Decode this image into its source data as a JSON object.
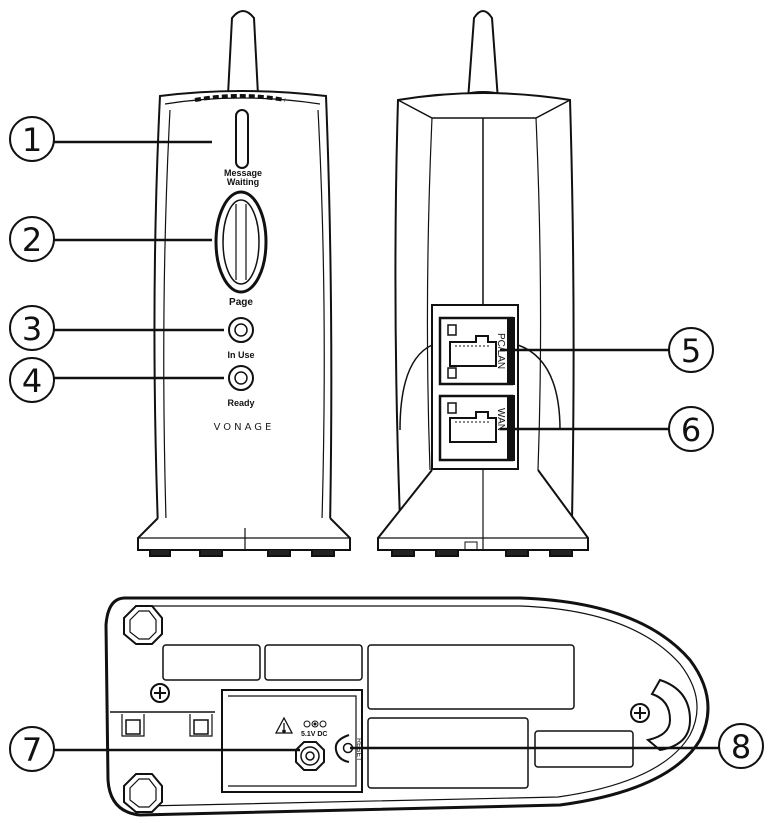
{
  "callouts": [
    "1",
    "2",
    "3",
    "4",
    "5",
    "6",
    "7",
    "8"
  ],
  "front_labels": {
    "message_waiting_line1": "Message",
    "message_waiting_line2": "Waiting",
    "page": "Page",
    "in_use": "In Use",
    "ready": "Ready",
    "brand": "VONAGE"
  },
  "back_labels": {
    "pc_lan": "PC/LAN",
    "wan": "WAN"
  },
  "bottom_labels": {
    "power": "5.1V DC",
    "reset": "RESET"
  }
}
